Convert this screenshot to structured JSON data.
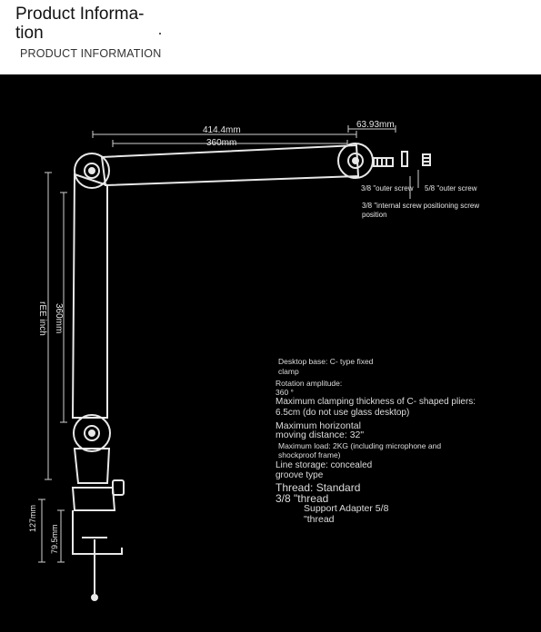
{
  "header": {
    "title": "Product Informa-\ntion",
    "subtitle": "PRODUCT INFORMATION"
  },
  "dimensions": {
    "overall_width": "414.4mm",
    "arm_width": "360mm",
    "head_width": "63.93mm",
    "vertical_arm": "360mm",
    "vertical_arm_inch": "rEE inch",
    "clamp_height": "127mm",
    "clamp_opening": "79.5mm"
  },
  "labels": {
    "outer_screw_38": "3/8 \"outer screw",
    "outer_screw_58": "5/8 \"outer screw",
    "internal_screw_line1": "3/8 \"internal screw positioning screw",
    "internal_screw_line2": "position"
  },
  "specs": {
    "desktop_base_1": "Desktop base: C- type fixed",
    "desktop_base_2": "clamp",
    "rotation_1": "Rotation amplitude:",
    "rotation_2": "360 °",
    "clamping_1": "Maximum clamping thickness of C- shaped pliers:",
    "clamping_2": "6.5cm (do not use glass desktop)",
    "horizontal_1": "Maximum horizontal",
    "horizontal_2": "moving distance: 32\"",
    "load_1": "Maximum load: 2KG (including microphone and",
    "load_2": "shockproof frame)",
    "line_1": "Line storage: concealed",
    "line_2": "groove type",
    "thread_1": "Thread: Standard",
    "thread_2": "3/8 \"thread",
    "adapter_1": "Support Adapter 5/8",
    "adapter_2": "\"thread"
  }
}
